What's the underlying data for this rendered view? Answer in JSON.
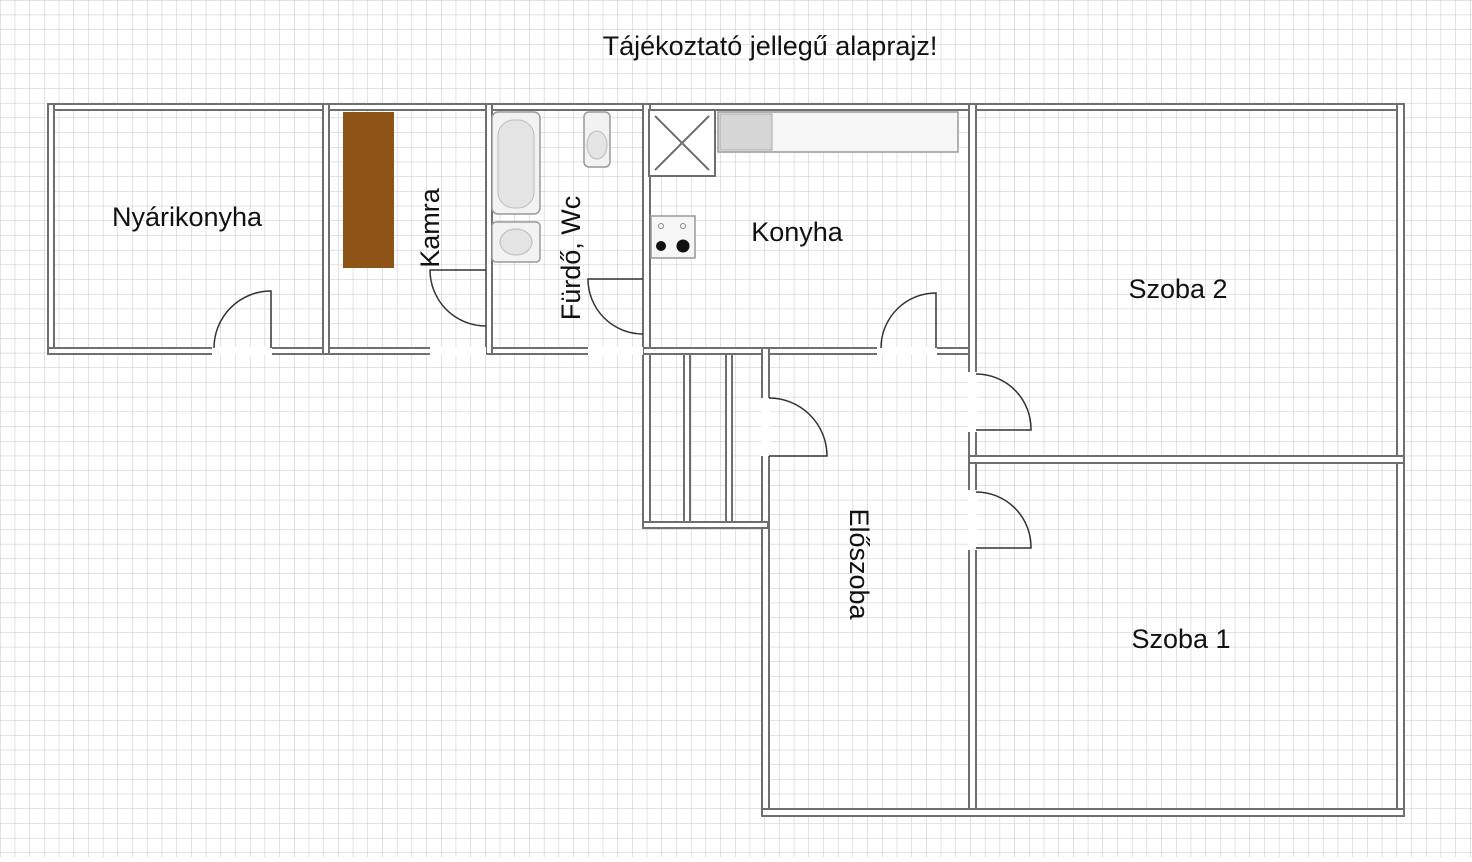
{
  "title": "Tájékoztató jellegű alaprajz!",
  "rooms": {
    "nyarikonyha": "Nyárikonyha",
    "kamra": "Kamra",
    "furdo": "Fürdő, Wc",
    "konyha": "Konyha",
    "szoba2": "Szoba 2",
    "eloszoba": "Előszoba",
    "szoba1": "Szoba 1"
  },
  "colors": {
    "wall": "#8a8a8a",
    "grid": "#c6c6c6",
    "shelf": "#8e5316",
    "fixture": "#dcdcdc"
  }
}
